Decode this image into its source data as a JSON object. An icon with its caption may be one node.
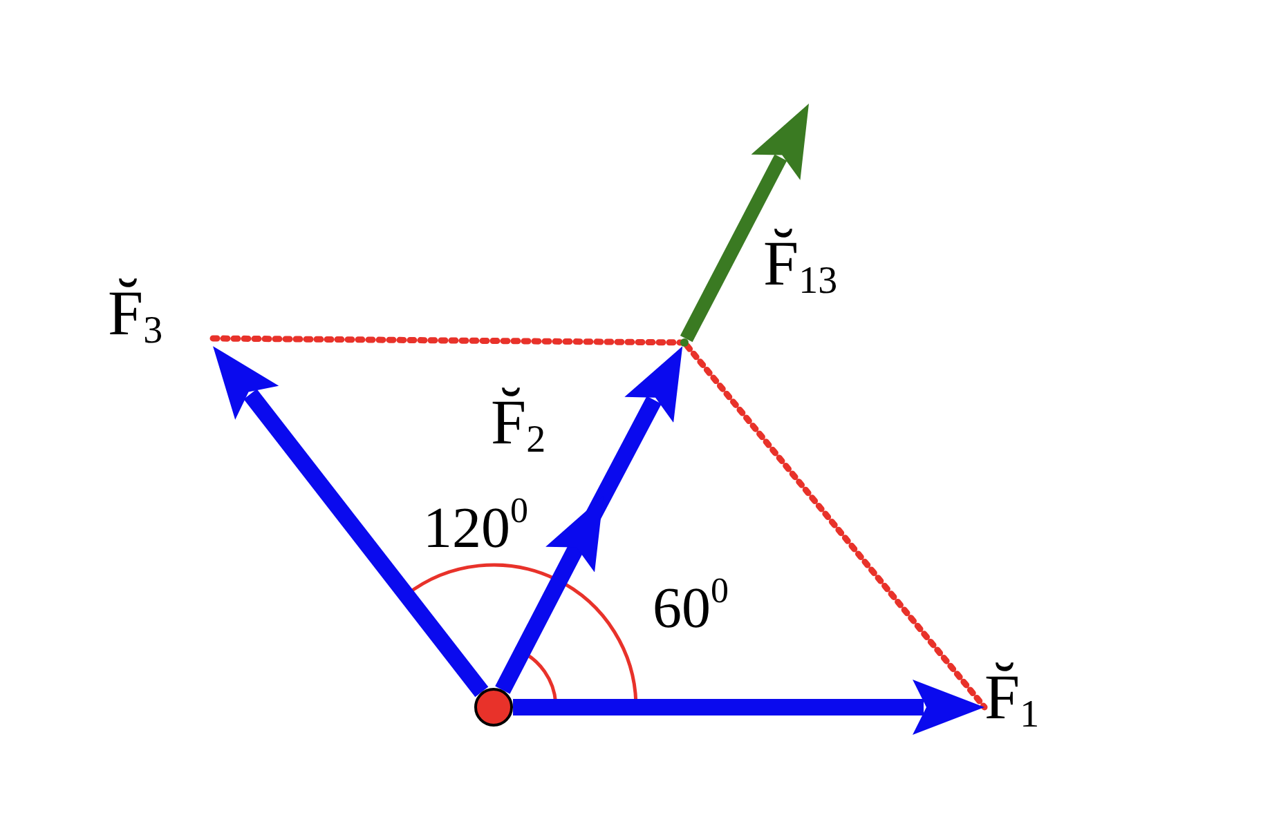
{
  "diagram": {
    "nodes": [
      {
        "text": [],
        "shape": "circle"
      },
      {
        "text": [
          "F̆$_{3}$"
        ]
      },
      {
        "text": [],
        "shape": "point"
      },
      {
        "text": [
          "F̆$_{1}$"
        ]
      }
    ],
    "edges": [
      {
        "from": 0,
        "to": 1,
        "arrow": "to"
      },
      {
        "from": 0,
        "to": 2,
        "arrow": "to",
        "label": "F̆$_{2}$"
      },
      {
        "from": 2,
        "to": null,
        "arrow": "to",
        "label": "F̆$_{13}$",
        "color": "#3a7a22"
      },
      {
        "from": 1,
        "to": 2,
        "arrow": "none",
        "style": "dashed",
        "color": "#e8322a"
      },
      {
        "from": 2,
        "to": 3,
        "arrow": "none",
        "style": "dashed",
        "color": "#e8322a"
      },
      {
        "from": 0,
        "to": 3,
        "arrow": "to"
      }
    ],
    "labels": [
      "120$^{0}$",
      "60$^{0}$"
    ]
  }
}
